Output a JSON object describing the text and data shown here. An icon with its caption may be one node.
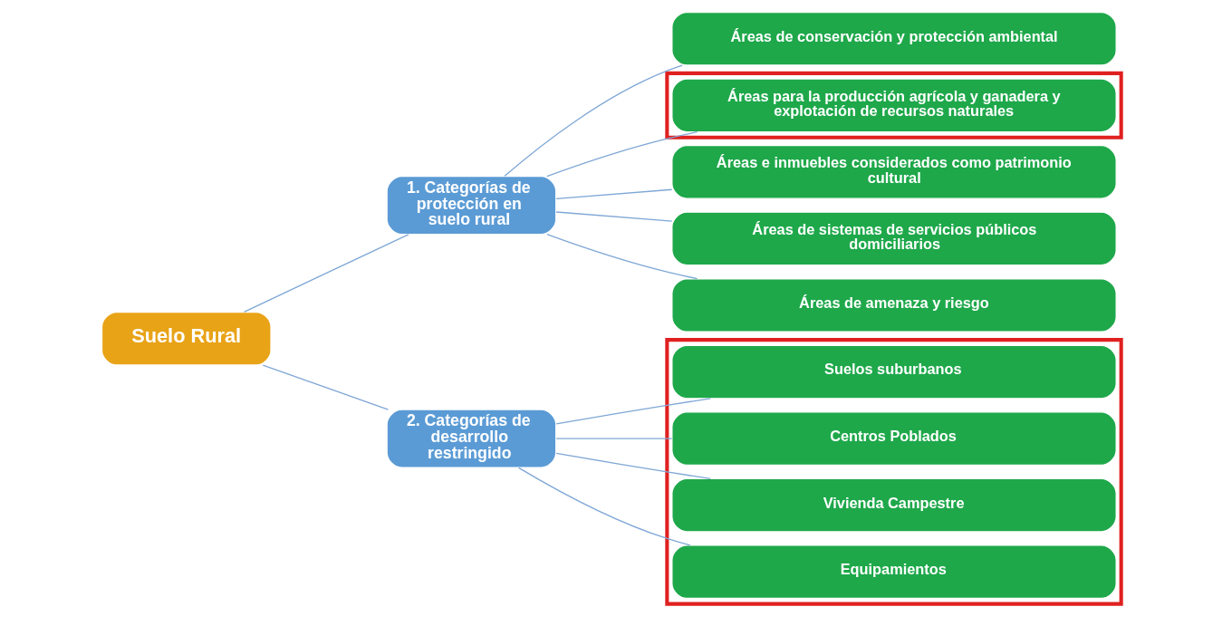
{
  "diagram": {
    "nodes": [
      {
        "text": [
          "Suelo Rural"
        ]
      },
      {
        "text": [
          "1. Categorías de protección en suelo rural"
        ]
      },
      {
        "text": [
          "Áreas de conservación y protección ambiental"
        ]
      },
      {
        "text": [],
        "shape": "box"
      },
      {
        "text": [
          "Áreas para la producción agrícola y ganadera y explotación de recursos naturales"
        ],
        "in": 3
      },
      {
        "text": [
          "Áreas e inmuebles considerados como patrimonio cultural"
        ]
      },
      {
        "text": [
          "Áreas de sistemas de servicios públicos domiciliarios"
        ]
      },
      {
        "text": [
          "Áreas de amenaza y riesgo"
        ]
      },
      {
        "text": [
          "2. Categorías de desarrollo restringido"
        ]
      },
      {
        "text": [],
        "shape": "box"
      },
      {
        "text": [
          "Suelos suburbanos"
        ],
        "in": 9
      },
      {
        "text": [
          "Centros Poblados"
        ],
        "in": 9
      },
      {
        "text": [
          "Vivienda Campestre"
        ],
        "in": 9
      },
      {
        "text": [
          "Equipamientos"
        ],
        "in": 9
      }
    ],
    "edges": [
      {
        "from": 0,
        "to": 1,
        "arrow": "none"
      },
      {
        "from": 0,
        "to": 8,
        "arrow": "none"
      },
      {
        "from": 1,
        "to": 2,
        "arrow": "none"
      },
      {
        "from": 1,
        "to": 4,
        "arrow": "none"
      },
      {
        "from": 1,
        "to": 5,
        "arrow": "none"
      },
      {
        "from": 1,
        "to": 6,
        "arrow": "none"
      },
      {
        "from": 1,
        "to": 7,
        "arrow": "none"
      },
      {
        "from": 8,
        "to": 10,
        "arrow": "none"
      },
      {
        "from": 8,
        "to": 11,
        "arrow": "none"
      },
      {
        "from": 8,
        "to": 12,
        "arrow": "none"
      },
      {
        "from": 8,
        "to": 13,
        "arrow": "none"
      }
    ]
  }
}
